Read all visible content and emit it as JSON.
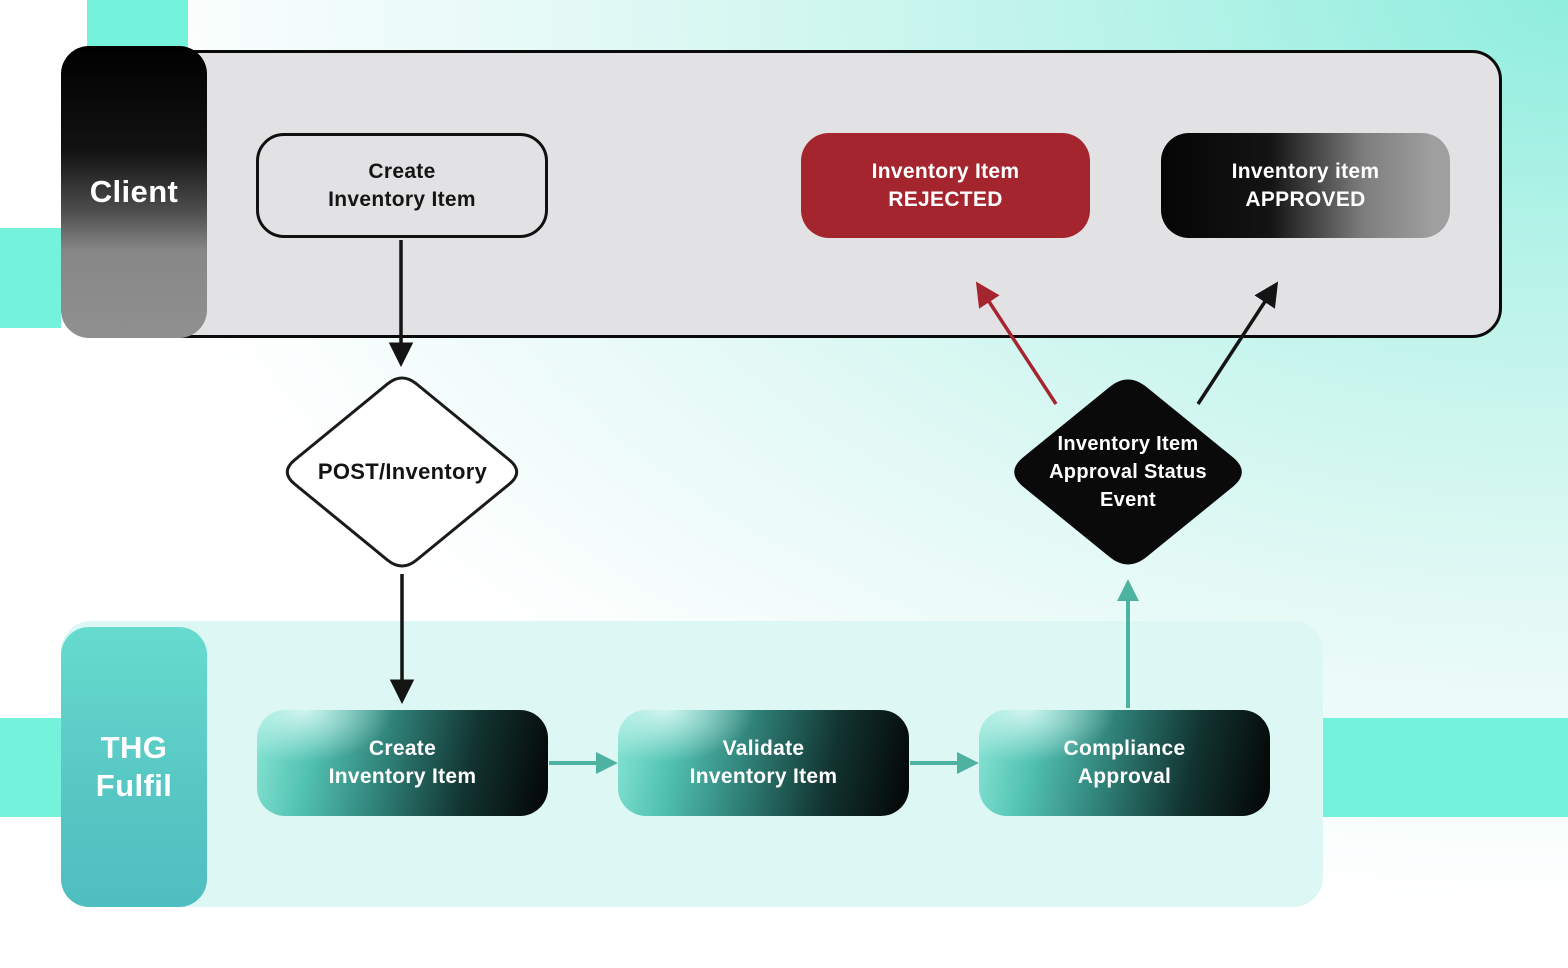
{
  "diagram": {
    "type": "flowchart-swimlane",
    "colors": {
      "accent_teal_stripe": "#74f2dc",
      "arrow_teal": "#4db3a0",
      "rejected_red": "#a5252f",
      "lane_client_bg": "#e2e2e4",
      "lane_fulfil_bg": "#dcf7f4",
      "node_dark": "#0a0a0a",
      "background_teal": "#8feede"
    },
    "lanes": {
      "client": {
        "label": "Client"
      },
      "fulfil": {
        "line1": "THG",
        "line2": "Fulfil"
      }
    },
    "client_nodes": {
      "create": {
        "line1": "Create",
        "line2": "Inventory Item"
      },
      "rejected": {
        "line1": "Inventory Item",
        "line2": "REJECTED"
      },
      "approved": {
        "line1": "Inventory item",
        "line2": "APPROVED"
      }
    },
    "gateways": {
      "post_inventory": {
        "label": "POST/Inventory"
      },
      "approval_event": {
        "line1": "Inventory Item",
        "line2": "Approval Status",
        "line3": "Event"
      }
    },
    "fulfil_nodes": {
      "create": {
        "line1": "Create",
        "line2": "Inventory Item"
      },
      "validate": {
        "line1": "Validate",
        "line2": "Inventory Item"
      },
      "compliance": {
        "line1": "Compliance",
        "line2": "Approval"
      }
    }
  }
}
